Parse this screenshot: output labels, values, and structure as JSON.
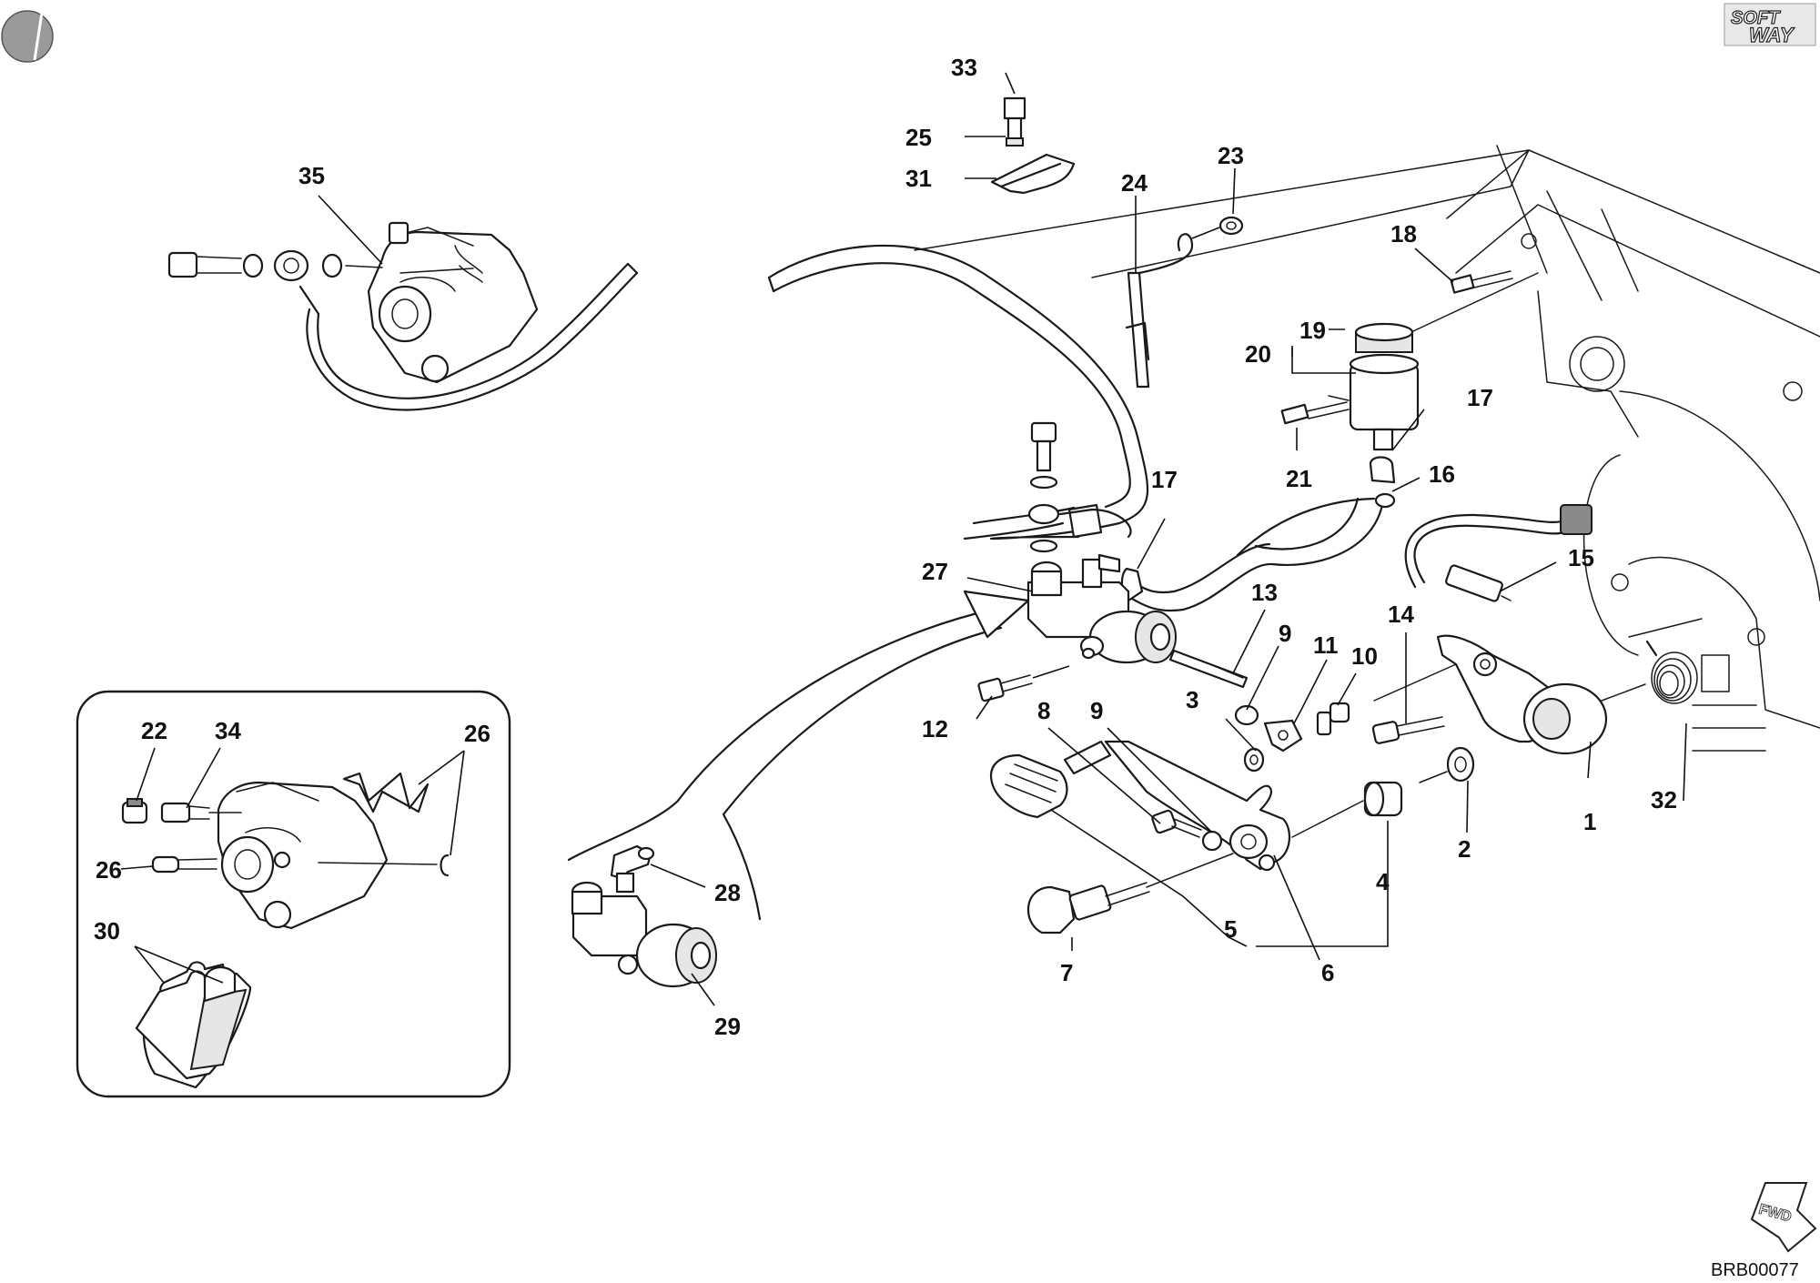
{
  "diagram": {
    "drawing_code": "BRB00077",
    "brand_logo": "SOFT WAY",
    "direction_badge": "FWD",
    "callouts": [
      "1",
      "2",
      "3",
      "4",
      "5",
      "6",
      "7",
      "8",
      "9",
      "9",
      "10",
      "11",
      "12",
      "13",
      "14",
      "15",
      "16",
      "17",
      "17",
      "18",
      "19",
      "20",
      "21",
      "22",
      "23",
      "24",
      "25",
      "26",
      "26",
      "27",
      "28",
      "29",
      "30",
      "31",
      "32",
      "33",
      "34",
      "35"
    ]
  }
}
